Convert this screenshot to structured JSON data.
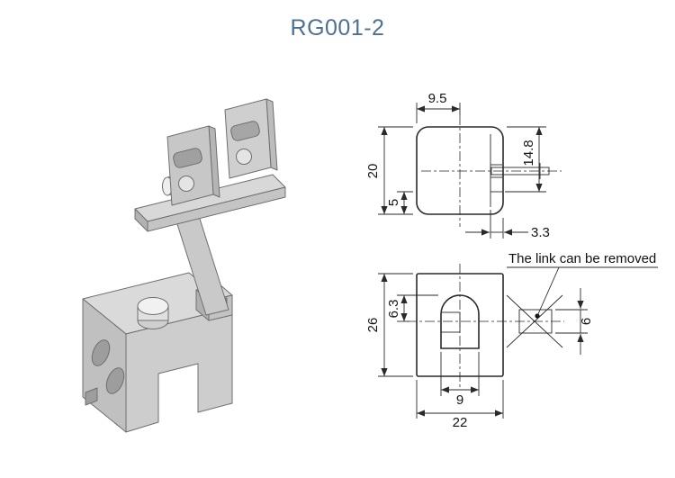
{
  "title": "RG001-2",
  "colors": {
    "title": "#4e7093",
    "line": "#2a2a2a",
    "part_light": "#dcdcdc",
    "part_mid": "#c6c6c6",
    "part_dark": "#b0b0b0"
  },
  "side_view": {
    "dims": {
      "top_width": "9.5",
      "right_height": "14.8",
      "left_height": "20",
      "bottom_left": "5",
      "pin_offset": "3.3"
    }
  },
  "front_view": {
    "dims": {
      "height": "26",
      "slot_center_offset": "6.3",
      "slot_width": "9",
      "width": "22",
      "link_height": "6"
    },
    "annotation": "The link can be removed"
  }
}
